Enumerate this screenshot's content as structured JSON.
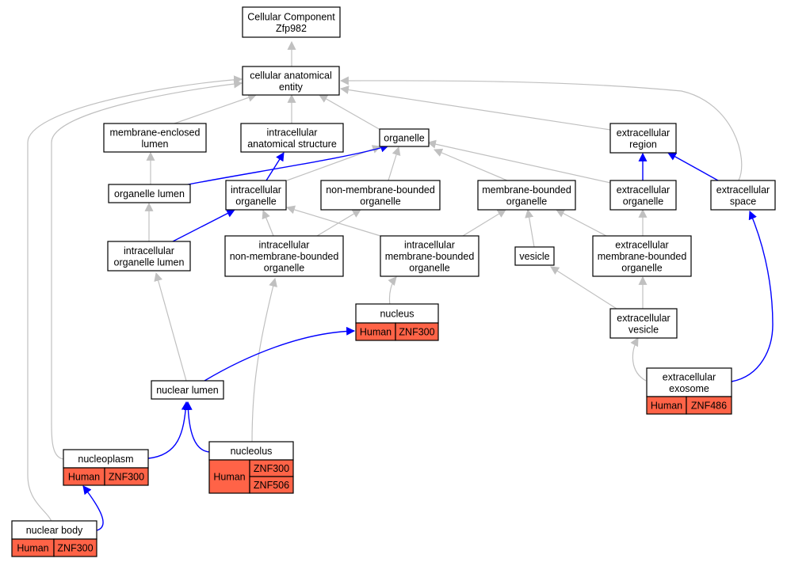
{
  "colors": {
    "annotation_fill": "#ff6347",
    "is_a_edge": "#c0c0c0",
    "part_of_edge": "#0000ff",
    "node_border": "#000000"
  },
  "nodes": {
    "root": [
      "Cellular Component",
      "Zfp982"
    ],
    "cae": [
      "cellular anatomical",
      "entity"
    ],
    "mel": [
      "membrane-enclosed",
      "lumen"
    ],
    "ias": [
      "intracellular",
      "anatomical structure"
    ],
    "org": [
      "organelle"
    ],
    "exr": [
      "extracellular",
      "region"
    ],
    "orgl": [
      "organelle lumen"
    ],
    "io": [
      "intracellular",
      "organelle"
    ],
    "nmbo": [
      "non-membrane-bounded",
      "organelle"
    ],
    "mbo": [
      "membrane-bounded",
      "organelle"
    ],
    "exo": [
      "extracellular",
      "organelle"
    ],
    "exs": [
      "extracellular",
      "space"
    ],
    "iol": [
      "intracellular",
      "organelle lumen"
    ],
    "inmbo": [
      "intracellular",
      "non-membrane-bounded",
      "organelle"
    ],
    "imbo": [
      "intracellular",
      "membrane-bounded",
      "organelle"
    ],
    "ves": [
      "vesicle"
    ],
    "embo": [
      "extracellular",
      "membrane-bounded",
      "organelle"
    ],
    "nucleus": [
      "nucleus"
    ],
    "exv": [
      "extracellular",
      "vesicle"
    ],
    "nl": [
      "nuclear lumen"
    ],
    "exso": [
      "extracellular",
      "exosome"
    ],
    "npl": [
      "nucleoplasm"
    ],
    "ncl": [
      "nucleolus"
    ],
    "nb": [
      "nuclear body"
    ]
  },
  "annotations": {
    "nucleus": {
      "species": "Human",
      "genes": [
        "ZNF300"
      ]
    },
    "exso": {
      "species": "Human",
      "genes": [
        "ZNF486"
      ]
    },
    "npl": {
      "species": "Human",
      "genes": [
        "ZNF300"
      ]
    },
    "ncl": {
      "species": "Human",
      "genes": [
        "ZNF300",
        "ZNF506"
      ]
    },
    "nb": {
      "species": "Human",
      "genes": [
        "ZNF300"
      ]
    }
  }
}
